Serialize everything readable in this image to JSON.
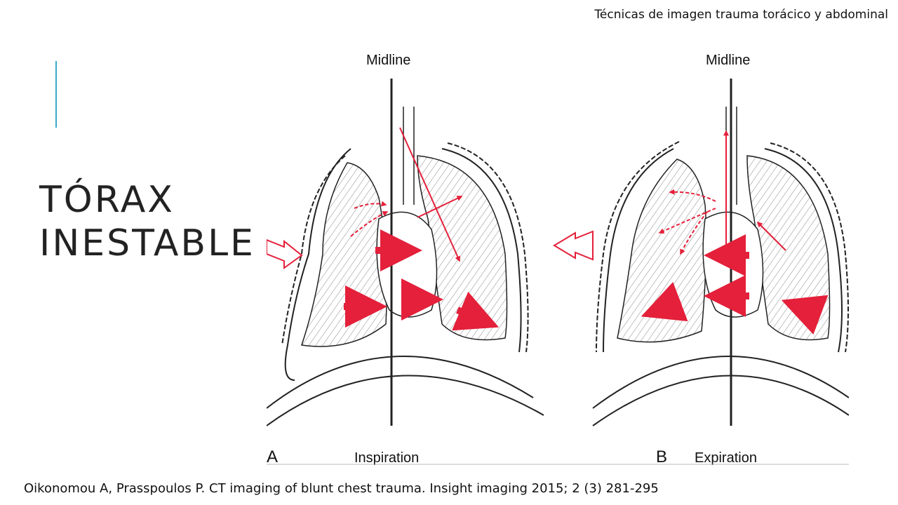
{
  "header": {
    "note": "Técnicas de imagen trauma torácico y abdominal"
  },
  "title": {
    "line1": "TÓRAX",
    "line2": "INESTABLE"
  },
  "figure": {
    "panel_a": {
      "letter": "A",
      "midline": "Midline",
      "phase": "Inspiration"
    },
    "panel_b": {
      "letter": "B",
      "midline": "Midline",
      "phase": "Expiration"
    }
  },
  "citation": "Oikonomou A, Prasspoulos P. CT imaging of blunt chest trauma. Insight imaging 2015; 2 (3) 281-295",
  "colors": {
    "accent": "#3aa9c8",
    "arrow": "#e4203a",
    "line": "#222222"
  }
}
